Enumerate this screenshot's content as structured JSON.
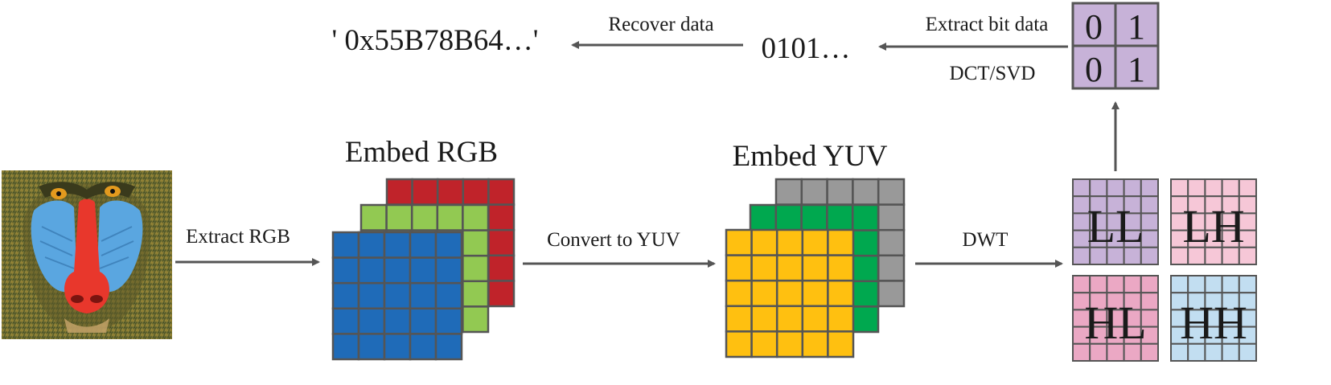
{
  "diagram": {
    "labels": {
      "extract_rgb": "Extract RGB",
      "embed_rgb": "Embed RGB",
      "convert_yuv": "Convert to YUV",
      "embed_yuv": "Embed YUV",
      "dwt": "DWT",
      "extract_bit": "Extract bit data",
      "dct_svd": "DCT/SVD",
      "recover": "Recover data",
      "bits": "0101…",
      "hex": "' 0x55B78B64…'"
    },
    "subbands": {
      "ll": "LL",
      "lh": "LH",
      "hl": "HL",
      "hh": "HH"
    },
    "bit_grid": [
      "0",
      "1",
      "0",
      "1"
    ],
    "source_image": "mandrill-photo",
    "colors": {
      "red": "#c0232a",
      "green_light": "#92c952",
      "blue": "#1f6bb8",
      "gray": "#999999",
      "green": "#00a84f",
      "yellow": "#ffc010",
      "purple": "#c7b2d8",
      "pink_light": "#f6c7d7",
      "pink": "#eba8c4",
      "light_blue": "#c2def1",
      "stroke": "#555555",
      "arrow": "#555555"
    }
  }
}
